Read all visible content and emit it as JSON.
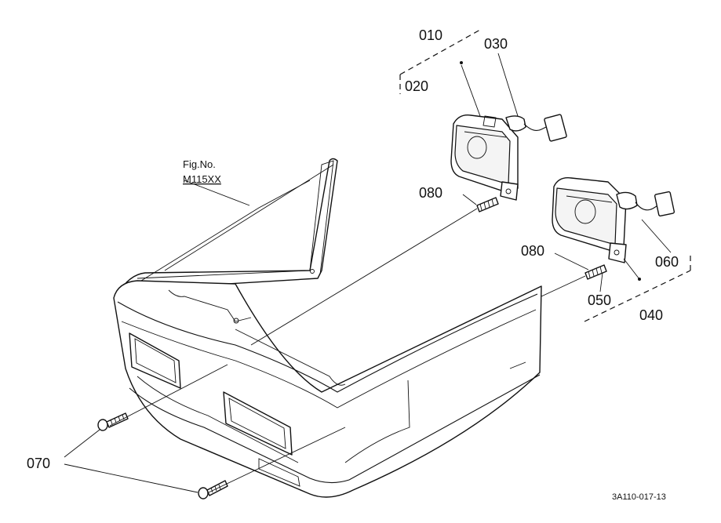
{
  "diagram": {
    "callouts": {
      "c010": "010",
      "c020": "020",
      "c030": "030",
      "c040": "040",
      "c050": "050",
      "c060": "060",
      "c070": "070",
      "c080a": "080",
      "c080b": "080"
    },
    "figure_ref": {
      "line1": "Fig.No.",
      "line2": "M115XX"
    },
    "drawing_code": "3A110-017-13"
  }
}
